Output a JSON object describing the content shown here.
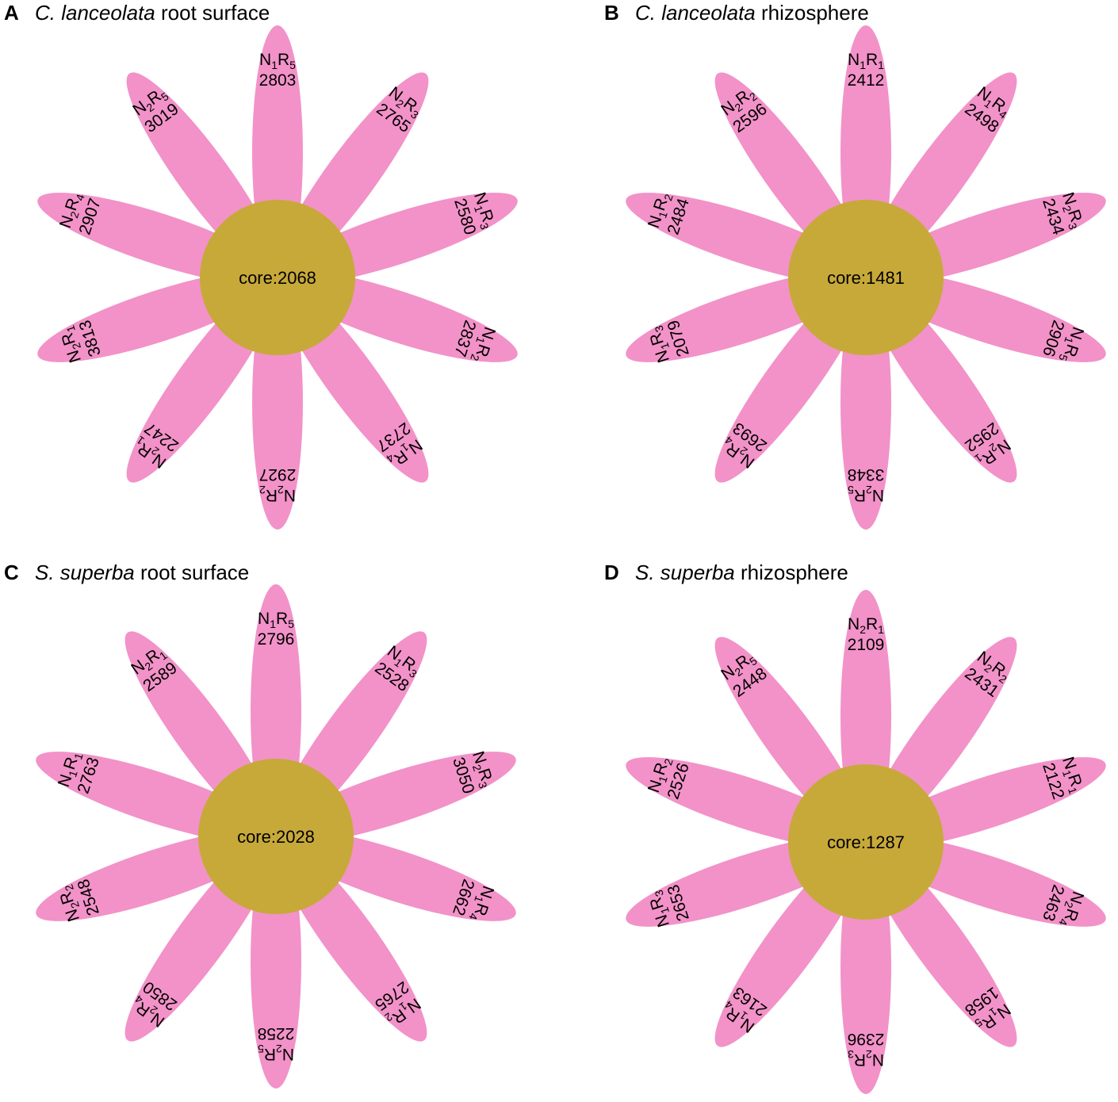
{
  "colors": {
    "petal": "#f292c8",
    "core": "#c7a93a",
    "text": "#000000"
  },
  "panels": [
    {
      "letter": "A",
      "title_italic": "C. lanceolata",
      "title_rest": "root surface",
      "core_label": "core:2068",
      "core_count": 2068,
      "petals": [
        {
          "n": "2",
          "r": "1",
          "count": "3813"
        },
        {
          "n": "2",
          "r": "4",
          "count": "2907"
        },
        {
          "n": "2",
          "r": "5",
          "count": "3019"
        },
        {
          "n": "1",
          "r": "5",
          "count": "2803"
        },
        {
          "n": "2",
          "r": "3",
          "count": "2765"
        },
        {
          "n": "1",
          "r": "3",
          "count": "2580"
        },
        {
          "n": "1",
          "r": "2",
          "count": "2837"
        },
        {
          "n": "1",
          "r": "4",
          "count": "2737"
        },
        {
          "n": "2",
          "r": "2",
          "count": "2927"
        },
        {
          "n": "2",
          "r": "1",
          "count": "2247"
        }
      ]
    },
    {
      "letter": "B",
      "title_italic": "C. lanceolata",
      "title_rest": "rhizosphere",
      "core_label": "core:1481",
      "core_count": 1481,
      "petals": [
        {
          "n": "1",
          "r": "3",
          "count": "2079"
        },
        {
          "n": "1",
          "r": "2",
          "count": "2484"
        },
        {
          "n": "2",
          "r": "2",
          "count": "2596"
        },
        {
          "n": "1",
          "r": "1",
          "count": "2412"
        },
        {
          "n": "1",
          "r": "4",
          "count": "2498"
        },
        {
          "n": "2",
          "r": "3",
          "count": "2434"
        },
        {
          "n": "1",
          "r": "5",
          "count": "2906"
        },
        {
          "n": "2",
          "r": "1",
          "count": "2952"
        },
        {
          "n": "2",
          "r": "5",
          "count": "3348"
        },
        {
          "n": "2",
          "r": "4",
          "count": "2693"
        }
      ]
    },
    {
      "letter": "C",
      "title_italic": "S. superba",
      "title_rest": "root surface",
      "core_label": "core:2028",
      "core_count": 2028,
      "petals": [
        {
          "n": "2",
          "r": "2",
          "count": "2548"
        },
        {
          "n": "1",
          "r": "1",
          "count": "2763"
        },
        {
          "n": "2",
          "r": "1",
          "count": "2589"
        },
        {
          "n": "1",
          "r": "5",
          "count": "2796"
        },
        {
          "n": "1",
          "r": "3",
          "count": "2528"
        },
        {
          "n": "2",
          "r": "3",
          "count": "3050"
        },
        {
          "n": "1",
          "r": "4",
          "count": "2662"
        },
        {
          "n": "1",
          "r": "2",
          "count": "2765"
        },
        {
          "n": "2",
          "r": "5",
          "count": "2258"
        },
        {
          "n": "2",
          "r": "4",
          "count": "2850"
        }
      ]
    },
    {
      "letter": "D",
      "title_italic": "S. superba",
      "title_rest": "rhizosphere",
      "core_label": "core:1287",
      "core_count": 1287,
      "petals": [
        {
          "n": "1",
          "r": "3",
          "count": "2653"
        },
        {
          "n": "1",
          "r": "2",
          "count": "2526"
        },
        {
          "n": "2",
          "r": "5",
          "count": "2448"
        },
        {
          "n": "2",
          "r": "1",
          "count": "2109"
        },
        {
          "n": "2",
          "r": "2",
          "count": "2431"
        },
        {
          "n": "1",
          "r": "1",
          "count": "2122"
        },
        {
          "n": "2",
          "r": "4",
          "count": "2463"
        },
        {
          "n": "1",
          "r": "5",
          "count": "1958"
        },
        {
          "n": "2",
          "r": "3",
          "count": "2396"
        },
        {
          "n": "1",
          "r": "4",
          "count": "2163"
        }
      ]
    }
  ]
}
